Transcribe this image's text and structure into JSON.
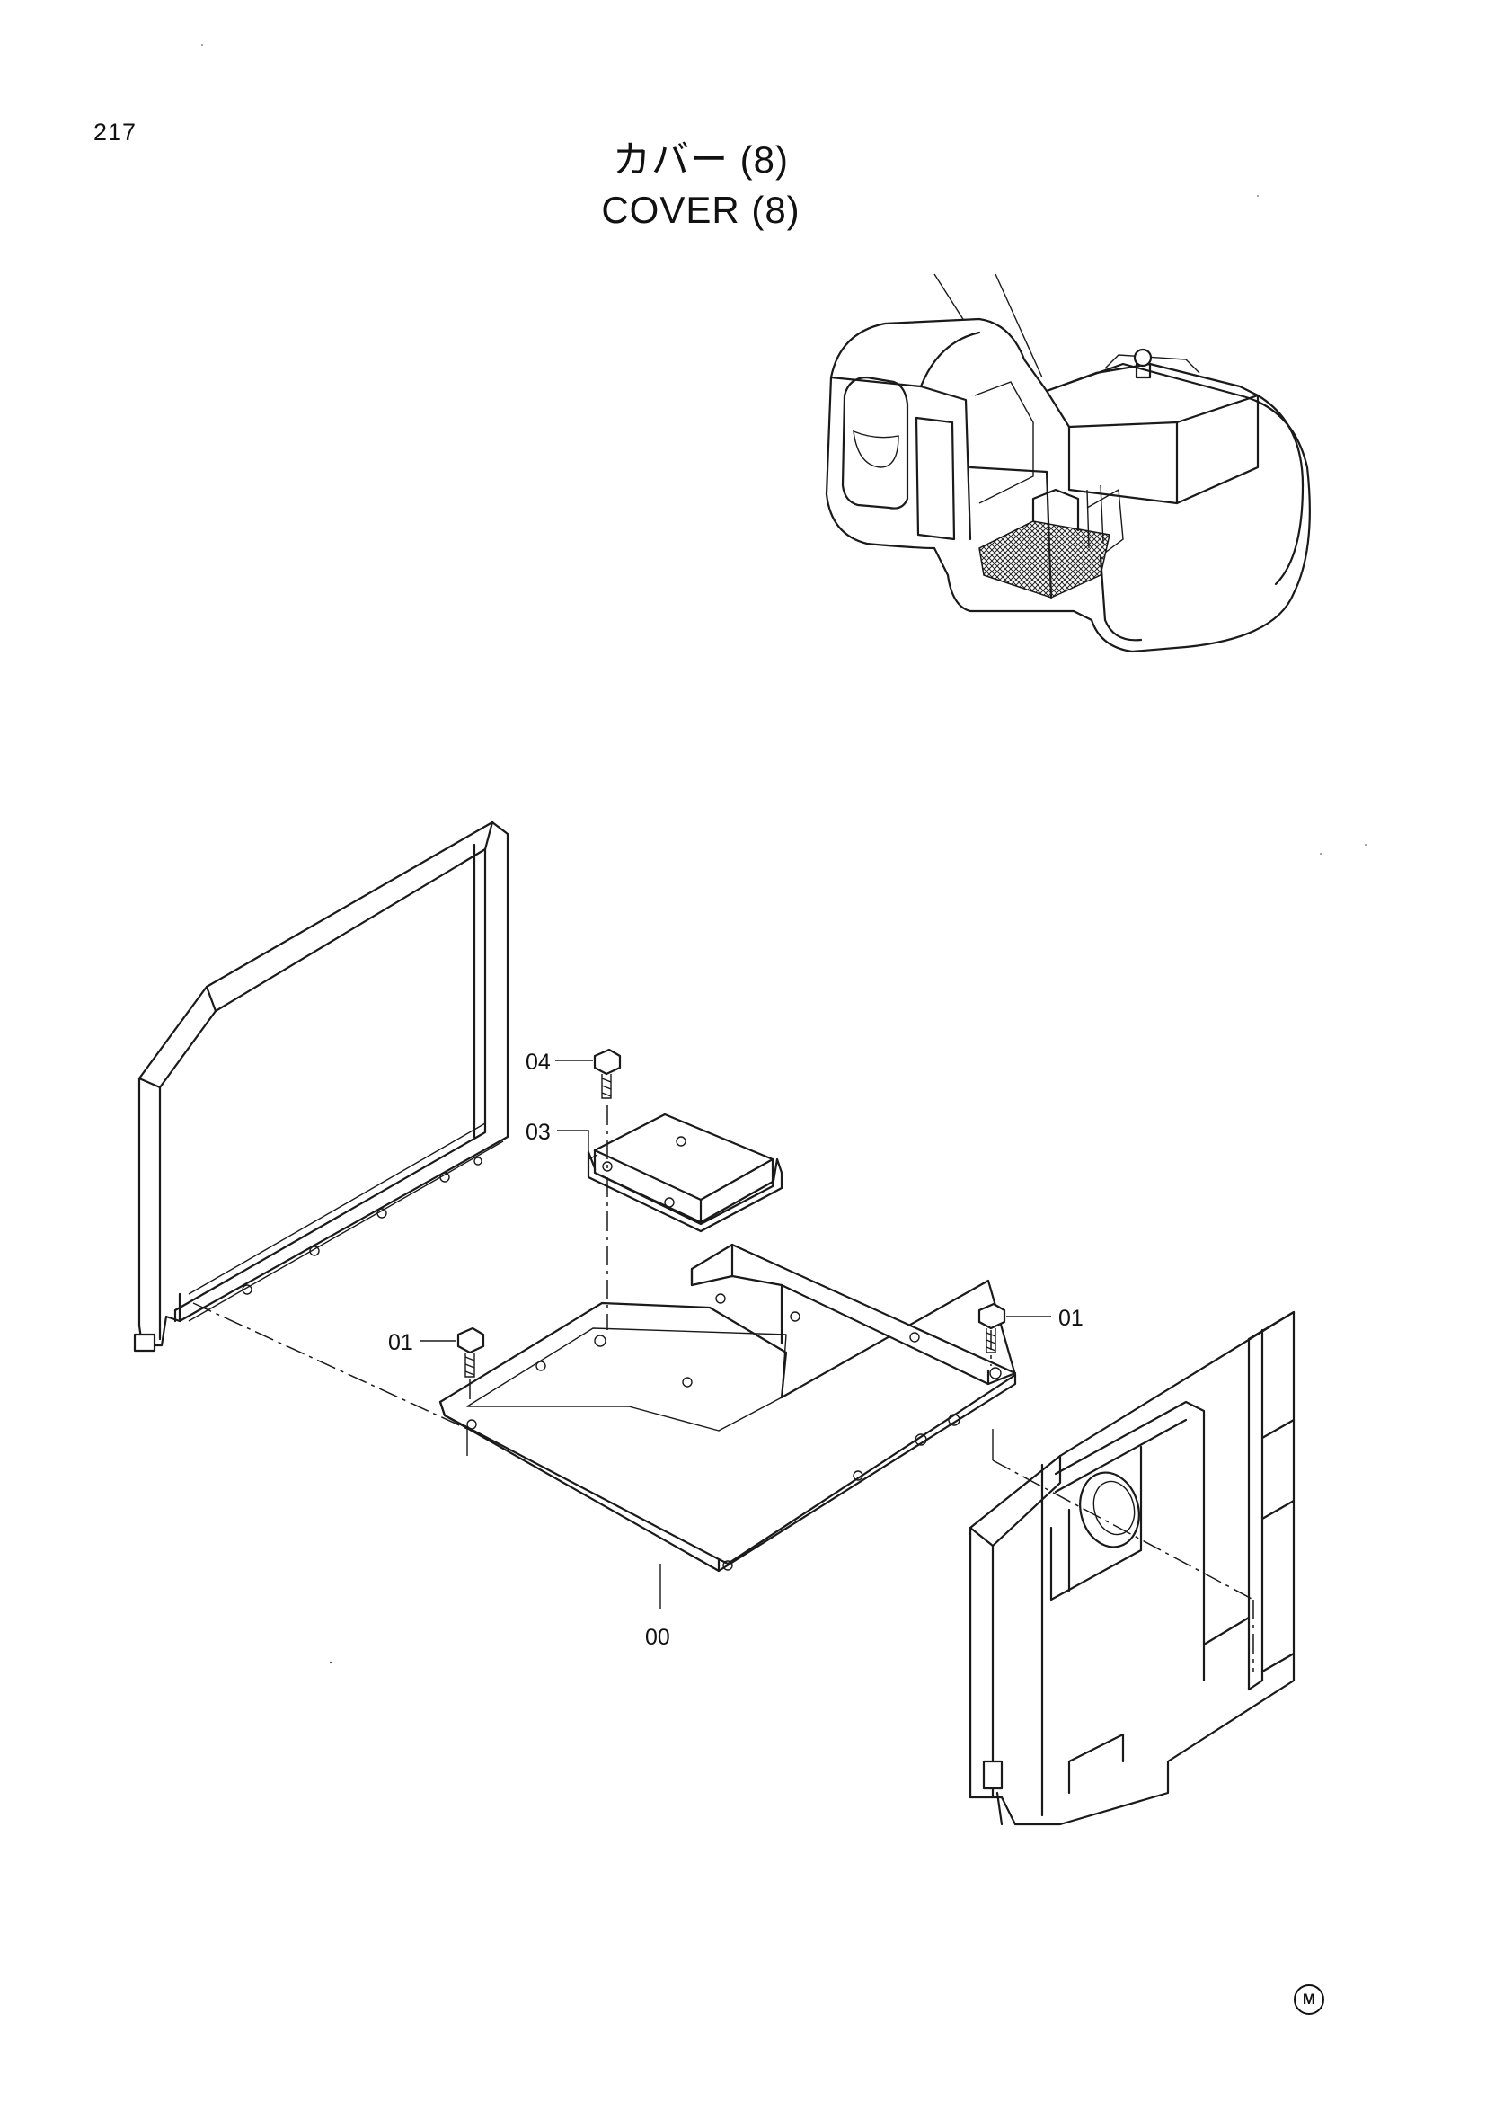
{
  "page": {
    "number": "217",
    "title_jp": "カバー (8)",
    "title_en": "COVER (8)"
  },
  "callouts": [
    {
      "id": "04",
      "label": "04"
    },
    {
      "id": "03",
      "label": "03"
    },
    {
      "id": "01a",
      "label": "01"
    },
    {
      "id": "01b",
      "label": "01"
    },
    {
      "id": "00",
      "label": "00"
    }
  ],
  "footer": {
    "mark": "M"
  }
}
